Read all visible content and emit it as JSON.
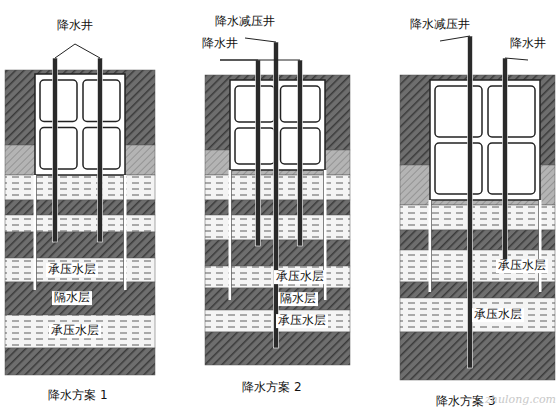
{
  "diagram": {
    "labels": [
      "降水井",
      "降水减压井",
      "降水井",
      "降水减压井",
      "降水井",
      "承压水层",
      "隔水层",
      "承压水层",
      "降水方案 1",
      "承压水层",
      "隔水层",
      "承压水层",
      "降水方案 2",
      "承压水层",
      "承压水层",
      "降水方案 3",
      "zhulong.com"
    ]
  }
}
